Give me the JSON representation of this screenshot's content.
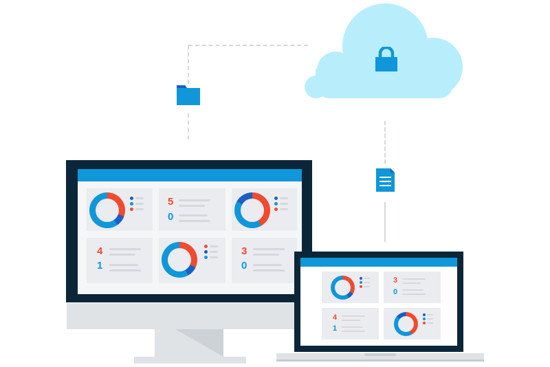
{
  "scene": {
    "description": "Cloud sync illustration: desktop monitor and laptop dashboards connected to a secure cloud",
    "colors": {
      "background": "#ffffff",
      "bezel": "#0b2638",
      "accent_blue": "#0f97d9",
      "dark_blue": "#1a5fc4",
      "accent_red": "#f04a30",
      "cloud": "#b8eefc",
      "card_bg": "#eaecef",
      "device_gray": "#dfe3e6",
      "connector": "#d4d8dc"
    }
  },
  "icons": {
    "cloud": "cloud-icon",
    "lock": "lock-icon",
    "folder": "folder-icon",
    "document": "document-icon"
  },
  "monitor": {
    "cards": [
      {
        "type": "donut",
        "legend": [
          "dark-blue",
          "blue",
          "red"
        ]
      },
      {
        "type": "stats",
        "top_value": "5",
        "bottom_value": "0"
      },
      {
        "type": "donut",
        "legend": [
          "dark-blue",
          "blue",
          "red"
        ]
      },
      {
        "type": "stats",
        "top_value": "4",
        "bottom_value": "1"
      },
      {
        "type": "donut",
        "legend": [
          "red",
          "dark-blue",
          "blue"
        ]
      },
      {
        "type": "stats",
        "top_value": "3",
        "bottom_value": "0"
      }
    ]
  },
  "laptop": {
    "cards": [
      {
        "type": "donut",
        "legend": [
          "dark-blue",
          "blue",
          "red"
        ]
      },
      {
        "type": "stats",
        "top_value": "3",
        "bottom_value": "0"
      },
      {
        "type": "stats",
        "top_value": "4",
        "bottom_value": "1"
      },
      {
        "type": "donut",
        "legend": [
          "dark-blue",
          "blue",
          "red"
        ]
      }
    ]
  }
}
